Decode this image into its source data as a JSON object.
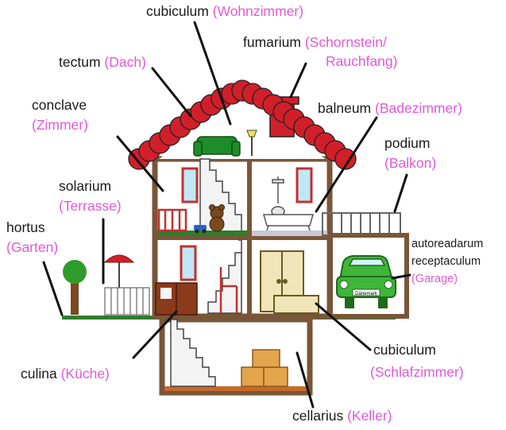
{
  "colors": {
    "latin_text": "#1a1a1a",
    "german_text": "#e05ad6",
    "roof": "#d11f2a",
    "wall_frame": "#7a5638",
    "ground": "#2f7d2c",
    "car": "#3fb53a"
  },
  "labels": {
    "cubiculum_top": {
      "latin": "cubiculum",
      "german": "(Wohnzimmer)"
    },
    "fumarium": {
      "latin": "fumarium",
      "german": "(Schornstein/",
      "german2": "Rauchfang)"
    },
    "tectum": {
      "latin": "tectum",
      "german": "(Dach)"
    },
    "conclave": {
      "latin": "conclave",
      "german": "(Zimmer)"
    },
    "balneum": {
      "latin": "balneum",
      "german": "(Badezimmer)"
    },
    "podium": {
      "latin": "podium",
      "german": "(Balkon)"
    },
    "solarium": {
      "latin": "solarium",
      "german": "(Terrasse)"
    },
    "hortus": {
      "latin": "hortus",
      "german": "(Garten)"
    },
    "autoreadarum": {
      "latin": "autoreadarum",
      "latin2": "receptaculum",
      "german": "(Garage)"
    },
    "culina": {
      "latin": "culina",
      "german": "(Küche)"
    },
    "cubiculum_bottom": {
      "latin": "cubiculum",
      "german": "(Schlafzimmer)"
    },
    "cellarius": {
      "latin": "cellarius",
      "german": "(Keller)"
    }
  },
  "car_plate": "Dänemark",
  "icons": [
    "roof",
    "chimney",
    "sofa",
    "lamp",
    "window",
    "staircase",
    "crib",
    "teddy-bear",
    "toy-car",
    "ceiling-fan",
    "bathtub",
    "balcony-railing",
    "wardrobe",
    "bed",
    "car",
    "tree",
    "parasol",
    "garden-fence",
    "kitchen-cabinet",
    "chair",
    "boxes"
  ]
}
